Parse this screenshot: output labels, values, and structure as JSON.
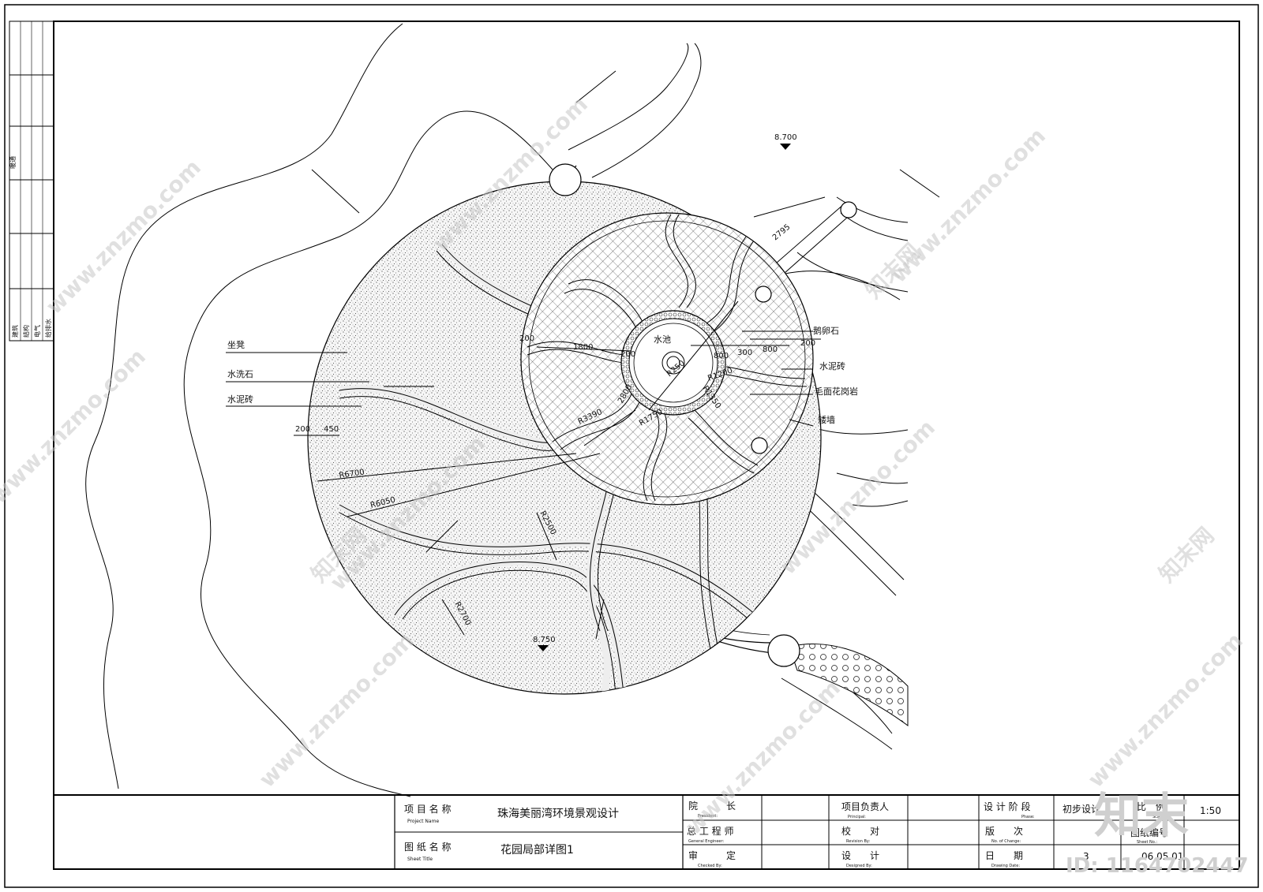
{
  "elevations": {
    "top": "8.700",
    "bottom": "8.750"
  },
  "labels": {
    "bench": "坐凳",
    "washed_stone": "水洗石",
    "cement_brick_left": "水泥砖",
    "pebble": "鹅卵石",
    "cement_brick_right": "水泥砖",
    "granite": "毛面花岗岩",
    "low_wall": "矮墙",
    "pool": "水池"
  },
  "dimensions": {
    "d2795": "2795",
    "d200_left": "200",
    "d1800": "1800",
    "d200_inner": "200",
    "d800_a": "800",
    "d800_b": "800",
    "d200_right": "200",
    "d200_wall": "200",
    "d450": "450",
    "r6700": "R6700",
    "r6050": "R6050",
    "r3390": "R3390",
    "r1750": "R1750",
    "r2500": "R2500",
    "r2700": "R2700",
    "r250": "R250",
    "r1200": "R1200",
    "r1350": "R1350",
    "d2800": "2800",
    "d300": "300"
  },
  "side_strip": {
    "top_label": "暖通",
    "items": [
      "建筑",
      "结构",
      "电气",
      "给排水"
    ]
  },
  "title_block": {
    "project_name_label": "项 目 名 称",
    "project_name_en": "Project Name",
    "project_name": "珠海美丽湾环境景观设计",
    "drawing_name_label": "图 纸 名 称",
    "drawing_name_en": "Sheet Title",
    "drawing_name": "花园局部详图1",
    "president": "院　　　长",
    "president_en": "President:",
    "chief_engineer": "总 工 程 师",
    "chief_engineer_en": "General Engineer:",
    "approved": "审　　　定",
    "approved_en": "Checked By:",
    "project_leader": "项目负责人",
    "project_leader_en": "Principal:",
    "proofread": "校　　对",
    "proofread_en": "Revision By:",
    "designer": "设　　计",
    "designer_en": "Designed By:",
    "stage_label": "设 计 阶 段",
    "stage_en": "Phase:",
    "stage_value": "初步设计",
    "revision_label": "版　　次",
    "revision_en": "No. of Change:",
    "date_label": "日　　期",
    "date_en": "Drawing Date:",
    "scale_label": "比　例",
    "scale_en": "Scale:",
    "scale_value": "1:50",
    "sheet_no_label": "图纸编号",
    "sheet_no_en": "Sheet No.:",
    "sheet_no_value": "3",
    "date_value": "06.05.01"
  },
  "watermarks": {
    "text": "www.znzmo.com",
    "brand": "知末网",
    "logo": "知末",
    "id": "ID: 1164702447"
  }
}
